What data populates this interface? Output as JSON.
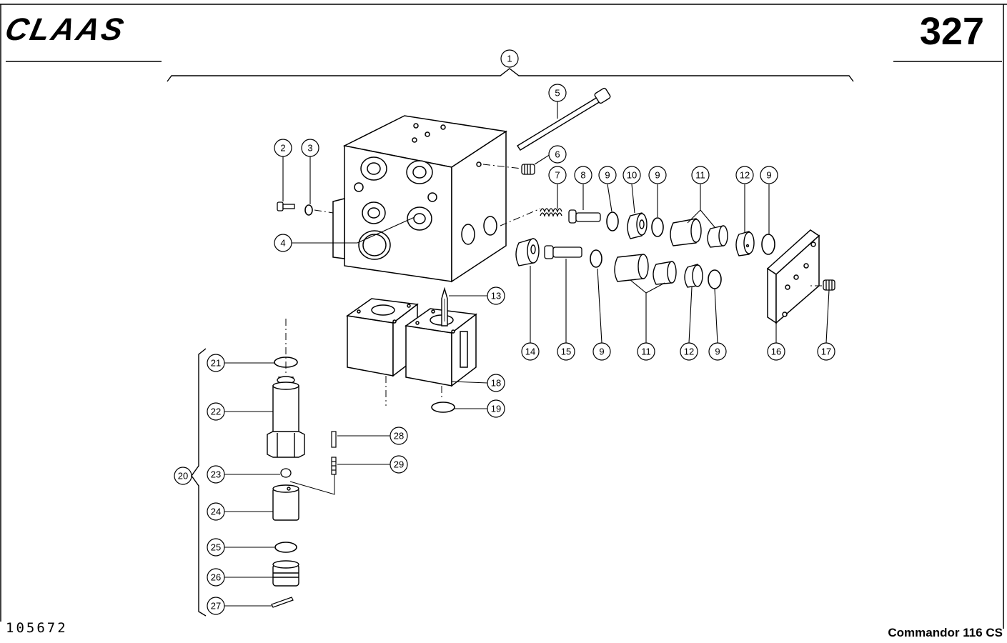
{
  "header": {
    "brand": "CLAAS",
    "page_number": "327"
  },
  "footer": {
    "drawing_number": "105672",
    "model": "Commandor 116 CS"
  },
  "callouts": [
    {
      "id": "c1",
      "label": "1"
    },
    {
      "id": "c2",
      "label": "2"
    },
    {
      "id": "c3",
      "label": "3"
    },
    {
      "id": "c4",
      "label": "4"
    },
    {
      "id": "c5",
      "label": "5"
    },
    {
      "id": "c6",
      "label": "6"
    },
    {
      "id": "c7",
      "label": "7"
    },
    {
      "id": "c8",
      "label": "8"
    },
    {
      "id": "c9a",
      "label": "9"
    },
    {
      "id": "c10",
      "label": "10"
    },
    {
      "id": "c9b",
      "label": "9"
    },
    {
      "id": "c11a",
      "label": "11"
    },
    {
      "id": "c12a",
      "label": "12"
    },
    {
      "id": "c9c",
      "label": "9"
    },
    {
      "id": "c13",
      "label": "13"
    },
    {
      "id": "c14",
      "label": "14"
    },
    {
      "id": "c15",
      "label": "15"
    },
    {
      "id": "c9d",
      "label": "9"
    },
    {
      "id": "c11b",
      "label": "11"
    },
    {
      "id": "c12b",
      "label": "12"
    },
    {
      "id": "c9e",
      "label": "9"
    },
    {
      "id": "c16",
      "label": "16"
    },
    {
      "id": "c17",
      "label": "17"
    },
    {
      "id": "c18",
      "label": "18"
    },
    {
      "id": "c19",
      "label": "19"
    },
    {
      "id": "c20",
      "label": "20"
    },
    {
      "id": "c21",
      "label": "21"
    },
    {
      "id": "c22",
      "label": "22"
    },
    {
      "id": "c23",
      "label": "23"
    },
    {
      "id": "c24",
      "label": "24"
    },
    {
      "id": "c25",
      "label": "25"
    },
    {
      "id": "c26",
      "label": "26"
    },
    {
      "id": "c27",
      "label": "27"
    },
    {
      "id": "c28",
      "label": "28"
    },
    {
      "id": "c29",
      "label": "29"
    }
  ]
}
